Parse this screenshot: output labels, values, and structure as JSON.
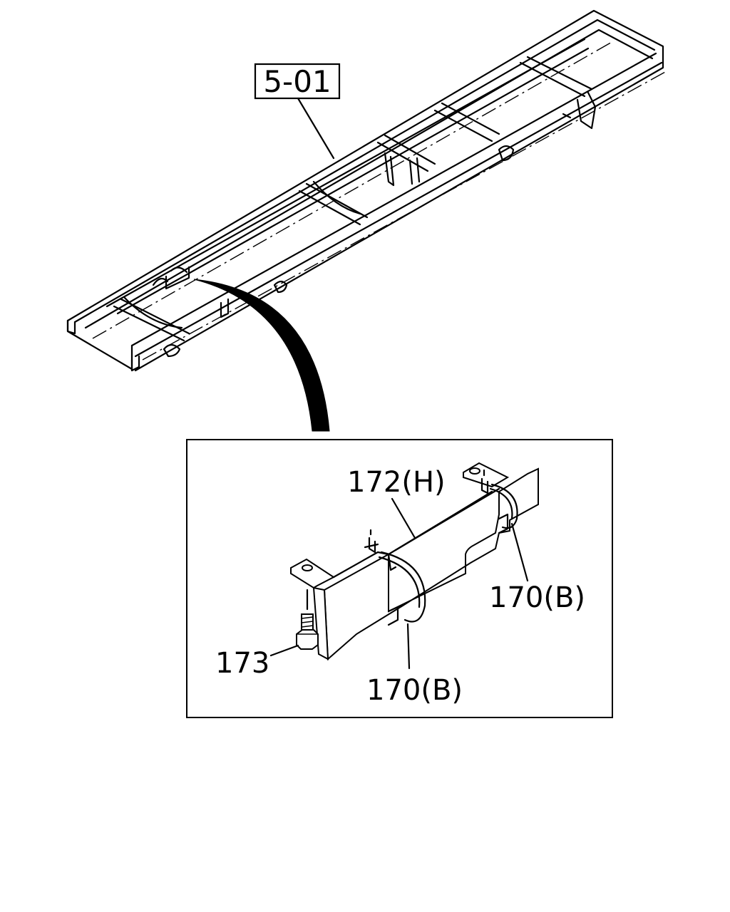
{
  "diagram": {
    "reference_label": "5-01",
    "callouts": [
      {
        "id": "bracket",
        "text": "172(H)"
      },
      {
        "id": "clip-right",
        "text": "170(B)"
      },
      {
        "id": "clip-left",
        "text": "170(B)"
      },
      {
        "id": "bolt",
        "text": "173"
      }
    ]
  },
  "colors": {
    "line": "#000000",
    "background": "#ffffff"
  }
}
